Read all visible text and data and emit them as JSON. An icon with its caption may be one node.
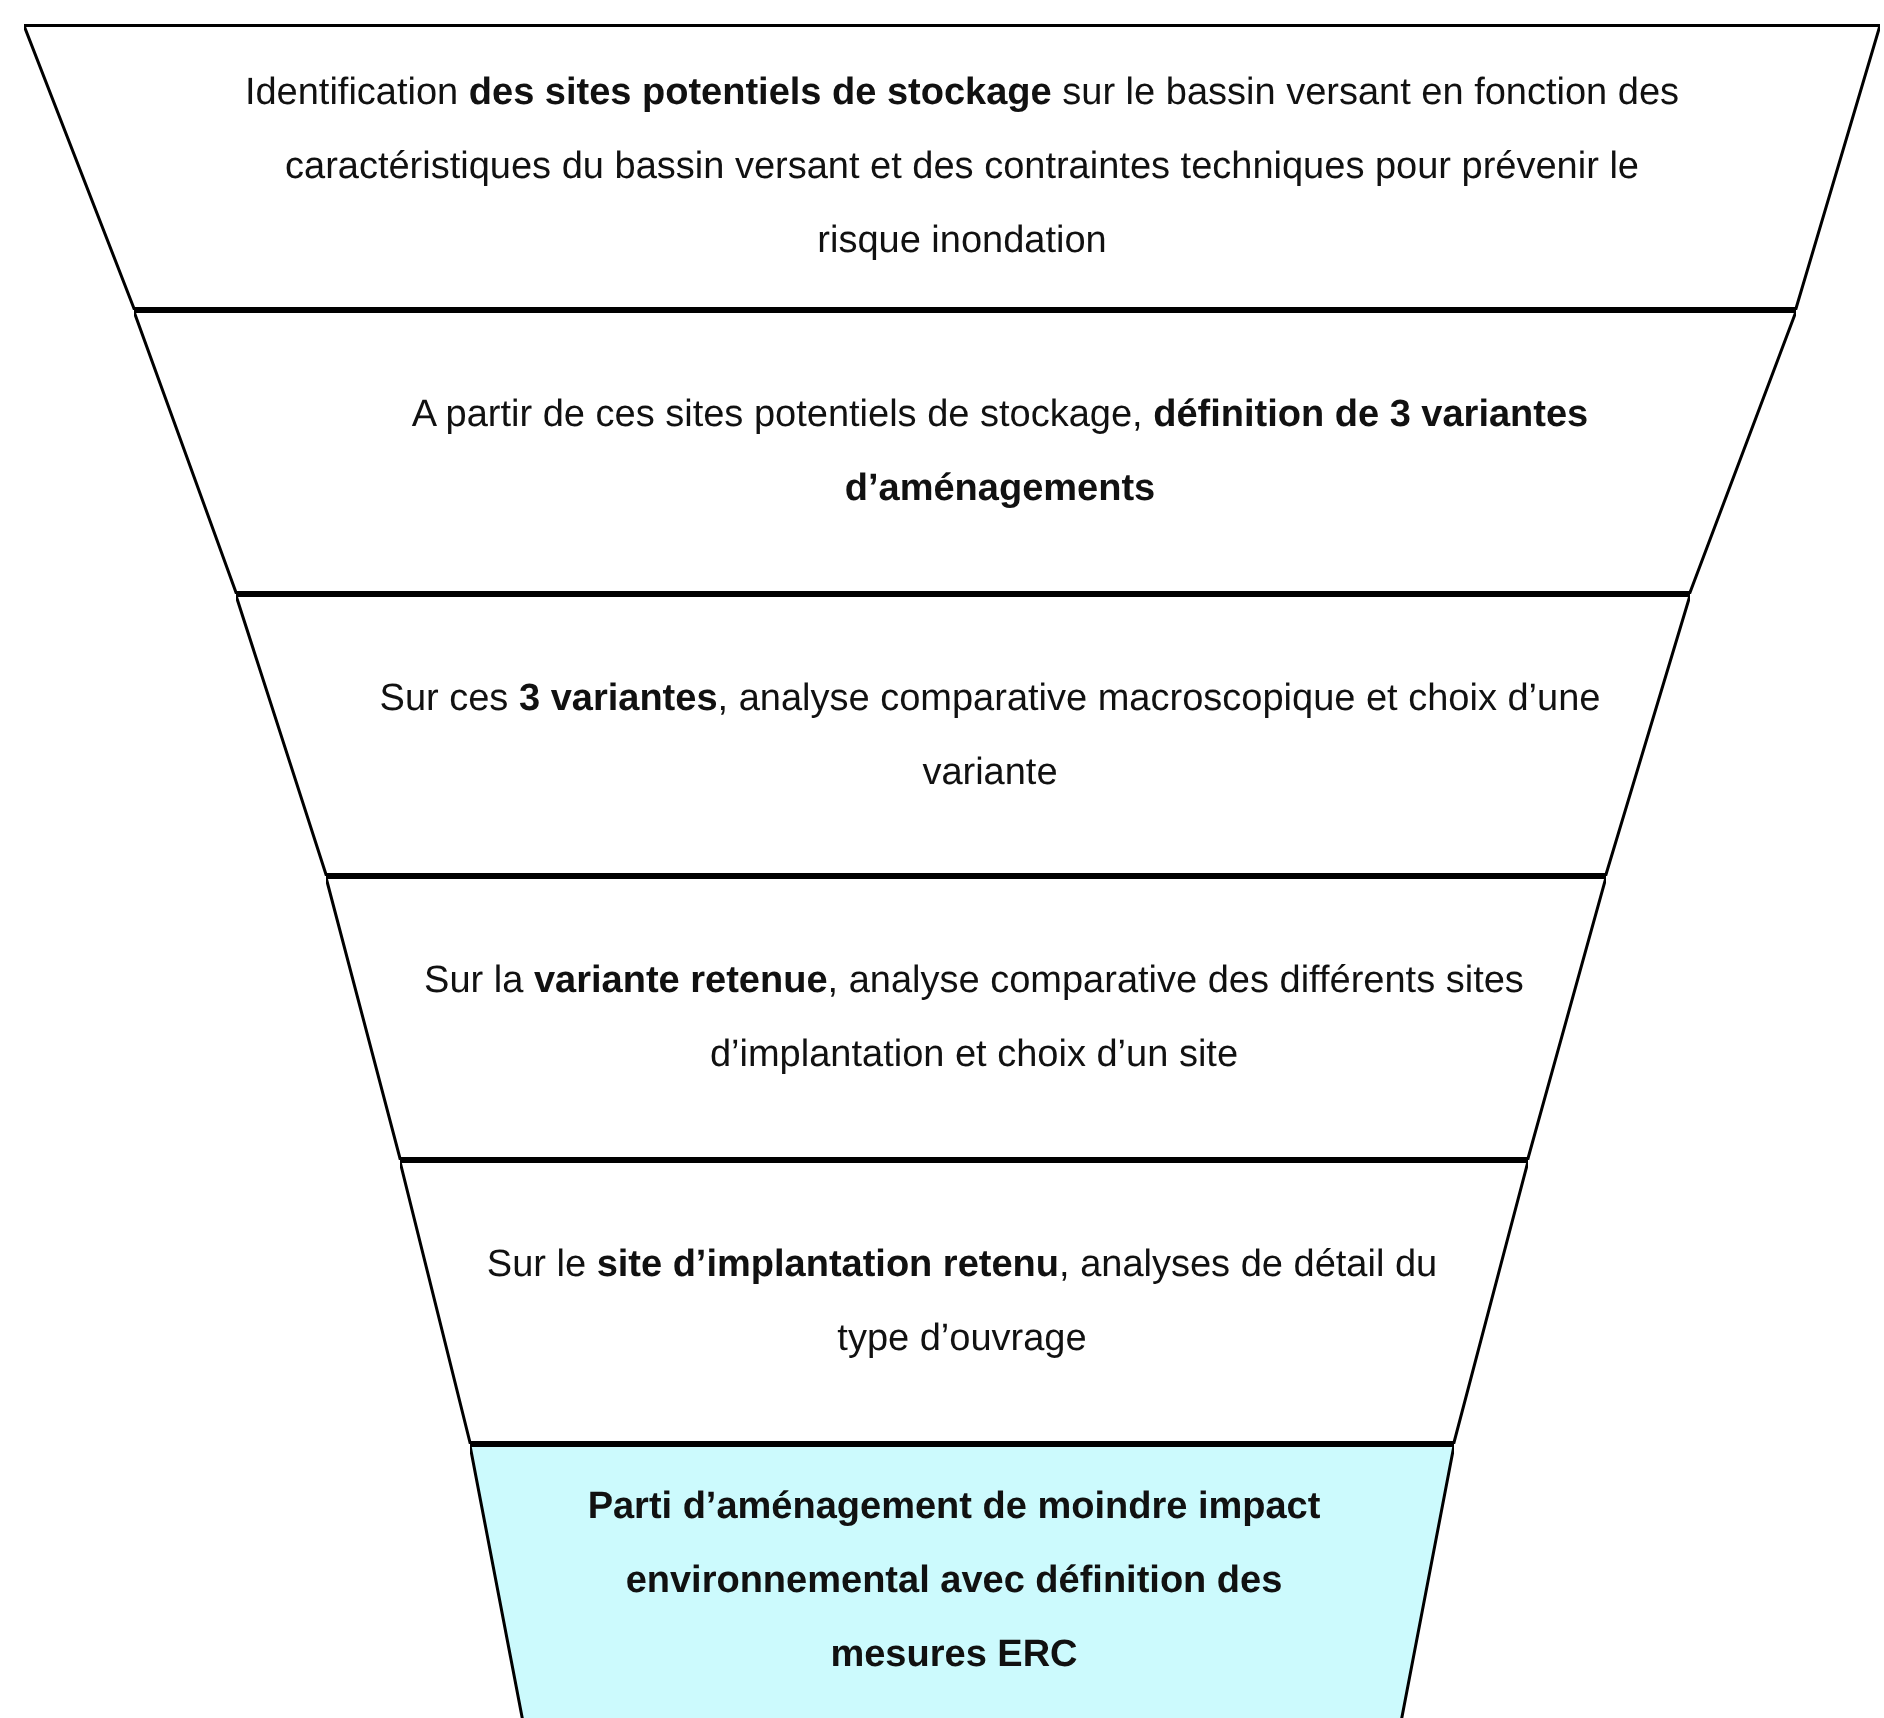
{
  "diagram": {
    "nodes": [
      {
        "text": [
          "Identification **des sites potentiels de stockage** sur le bassin versant en fonction des caractéristiques du bassin versant et des contraintes techniques pour prévenir le risque inondation"
        ]
      },
      {
        "text": [
          "A partir de ces sites potentiels de stockage, **définition de 3 variantes d’aménagements**"
        ]
      },
      {
        "text": [
          "Sur ces **3 variantes**, analyse comparative macroscopique et choix d’une variante"
        ]
      },
      {
        "text": [
          "Sur la **variante retenue**, analyse comparative des différents sites d’implantation et choix d’un site"
        ]
      },
      {
        "text": [
          "Sur le **site d’implantation retenu**, analyses de détail du type d’ouvrage"
        ]
      },
      {
        "text": [
          "Parti d’aménagement de moindre impact environnemental avec définition des mesures ERC"
        ]
      }
    ]
  }
}
